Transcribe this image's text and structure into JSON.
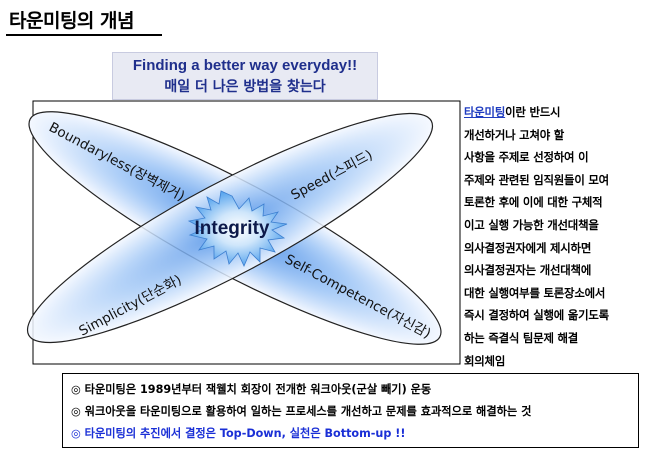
{
  "page": {
    "title": "타운미팅의 개념"
  },
  "banner": {
    "line1": "Finding a better way everyday!!",
    "line2": "매일 더 나은 방법을 찾는다"
  },
  "diagram": {
    "center": "Integrity",
    "labels": {
      "boundaryless": "Boundaryless(장벽제거)",
      "speed": "Speed(스피드)",
      "simplicity": "Simplicity(단순화)",
      "self_competence": "Self-Competence(자신감)"
    }
  },
  "description": {
    "keyword": "타운미팅",
    "line1_rest": "이란 반드시",
    "lines": [
      "개선하거나 고쳐야 할",
      "사항을 주제로 선정하여 이",
      "주제와 관련된 임직원들이 모여",
      "토론한 후에 이에 대한 구체적",
      "이고 실행 가능한 개선대책을",
      "의사결정권자에게 제시하면",
      "의사결정권자는 개선대책에",
      "대한 실행여부를 토론장소에서",
      "즉시 결정하여 실행에 옮기도록",
      "하는 즉결식 팀문제 해결",
      "회의체임"
    ]
  },
  "notes": {
    "items": [
      "◎ 타운미팅은 1989년부터 잭웰치 회장이 전개한 워크아웃(군살 빼기) 운동",
      "◎ 워크아웃을 타운미팅으로 활용하여 일하는 프로세스를 개선하고 문제를 효과적으로 해결하는 것",
      "◎ 타운미팅의 추진에서 결정은 Top-Down, 실천은 Bottom-up !!"
    ]
  },
  "colors": {
    "ellipse_fill_light": "#f2f7ff",
    "ellipse_fill_dark": "#7fb1f0",
    "burst_fill": "#78b8f2",
    "accent_blue": "#1f2f8c",
    "highlight_blue": "#1a2fd6"
  }
}
